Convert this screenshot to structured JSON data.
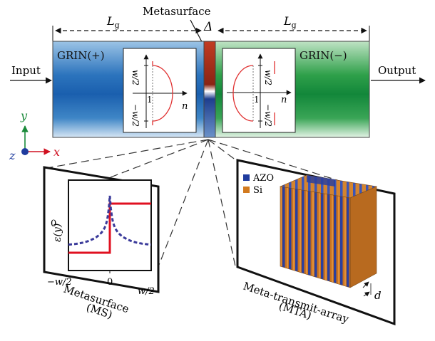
{
  "top": {
    "metasurface_label": "Metasurface",
    "delta_symbol": "Δ",
    "input_label": "Input",
    "output_label": "Output",
    "lg_left": "L",
    "lg_left_sub": "g",
    "lg_right": "L",
    "lg_right_sub": "g",
    "grin_plus_label": "GRIN(+)",
    "grin_minus_label": "GRIN(−)",
    "inset_left": {
      "top_tick": "w/2",
      "bottom_tick": "−w/2",
      "one_label": "1",
      "axis_label": "n"
    },
    "inset_right": {
      "top_tick": "w/2",
      "bottom_tick": "−w/2",
      "one_label": "1",
      "axis_label": "n"
    },
    "colors": {
      "grin_plus": "#2a6fb5",
      "grin_minus": "#1a8a3a",
      "metasurface": "#c0392b",
      "curve": "#e03030"
    }
  },
  "axes": {
    "y_label": "y",
    "x_label": "x",
    "z_label": "z"
  },
  "ms_panel": {
    "y_axis_label": "ε(y)",
    "y_zero": "0",
    "x_ticks": [
      "−w/2",
      "0",
      "w/2"
    ],
    "caption_line1": "Metasurface",
    "caption_line2": "(MS)",
    "colors": {
      "step_curve": "#e01020",
      "dashed_curve": "#3a3a9a"
    }
  },
  "mta_panel": {
    "legend": [
      {
        "label": "AZO",
        "color": "#1f3c9e"
      },
      {
        "label": "Si",
        "color": "#d27a1e"
      }
    ],
    "d_label": "d",
    "caption_line1": "Meta-transmit-array",
    "caption_line2": "(MTA)"
  }
}
